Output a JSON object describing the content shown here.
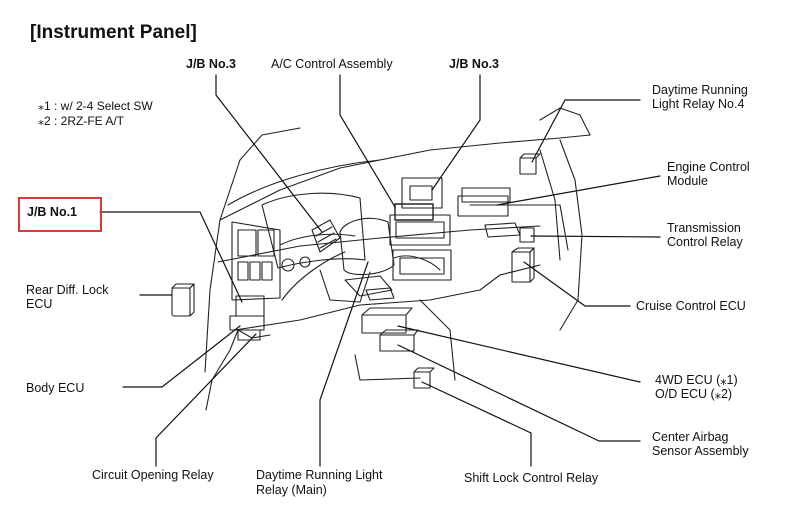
{
  "title": "[Instrument Panel]",
  "notes": [
    "⁎1 : w/ 2-4 Select SW",
    "⁎2 : 2RZ-FE A/T"
  ],
  "highlight_color": "#d93a3a",
  "labels": {
    "jb3_left": "J/B No.3",
    "ac_control": "A/C Control Assembly",
    "jb3_right": "J/B No.3",
    "drl_relay4_l1": "Daytime Running",
    "drl_relay4_l2": "Light Relay No.4",
    "ecm_l1": "Engine Control",
    "ecm_l2": "Module",
    "jb1": "J/B No.1",
    "trans_l1": "Transmission",
    "trans_l2": "Control Relay",
    "rear_diff_l1": "Rear Diff. Lock",
    "rear_diff_l2": "ECU",
    "cruise": "Cruise Control ECU",
    "body_ecu": "Body ECU",
    "fourwd_l1": "4WD ECU (⁎1)",
    "fourwd_l2": "O/D ECU (⁎2)",
    "airbag_l1": "Center Airbag",
    "airbag_l2": "Sensor Assembly",
    "circuit_opening": "Circuit Opening Relay",
    "drl_main_l1": "Daytime Running Light",
    "drl_main_l2": "Relay (Main)",
    "shift_lock": "Shift Lock Control Relay"
  }
}
